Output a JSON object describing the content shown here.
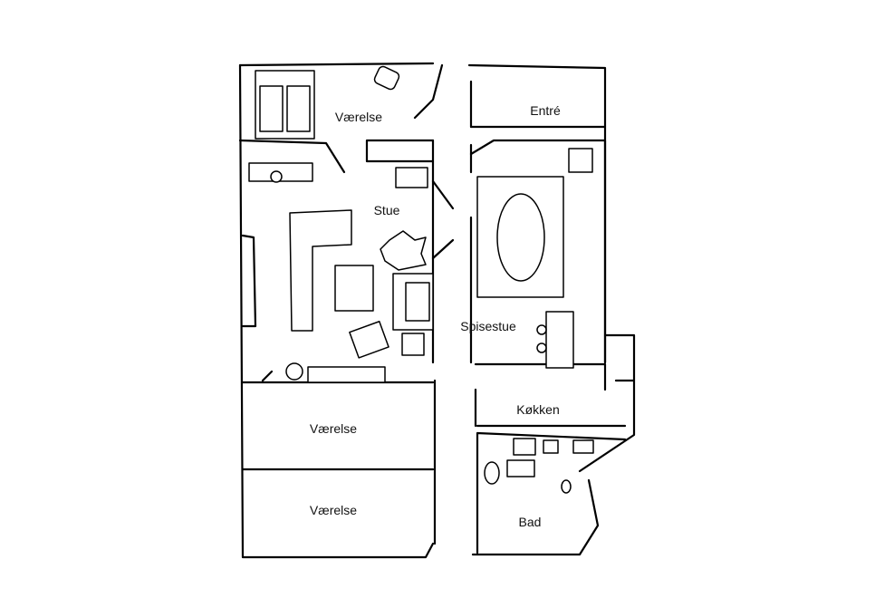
{
  "floor_plan": {
    "rooms": [
      {
        "id": "vaerelse-top",
        "label": "Værelse"
      },
      {
        "id": "entre",
        "label": "Entré"
      },
      {
        "id": "stue",
        "label": "Stue"
      },
      {
        "id": "spisestue",
        "label": "Spisestue"
      },
      {
        "id": "kokken",
        "label": "Køkken"
      },
      {
        "id": "vaerelse-middle",
        "label": "Værelse"
      },
      {
        "id": "vaerelse-bottom",
        "label": "Værelse"
      },
      {
        "id": "bad",
        "label": "Bad"
      }
    ]
  }
}
